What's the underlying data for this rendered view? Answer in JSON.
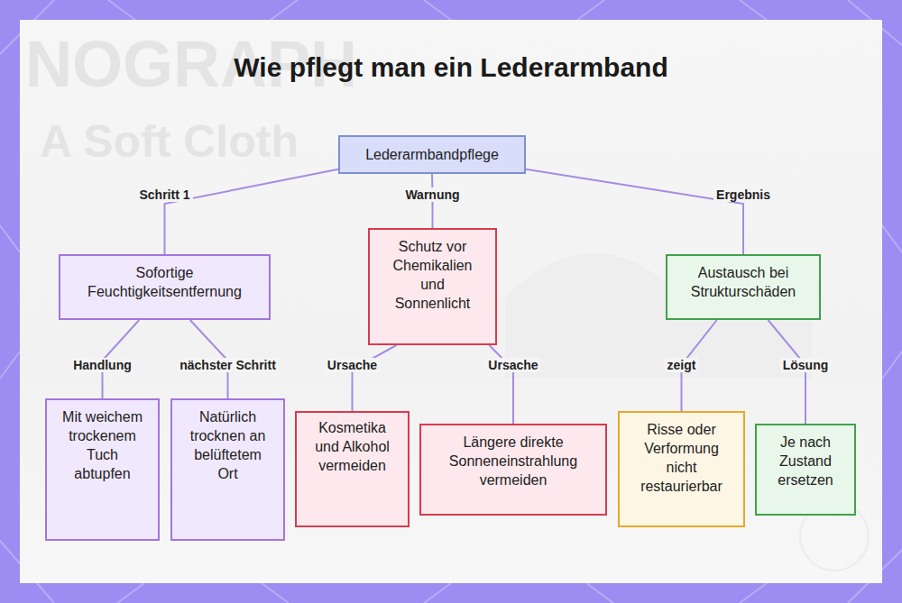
{
  "diagram": {
    "title": "Wie pflegt man ein Lederarmband",
    "nodes": [
      {
        "text": [
          "Lederarmbandpflege"
        ]
      },
      {
        "text": [
          "Sofortige Feuchtigkeitsentfernung"
        ]
      },
      {
        "text": [
          "Schutz vor Chemikalien und Sonnenlicht"
        ]
      },
      {
        "text": [
          "Austausch bei Strukturschäden"
        ]
      },
      {
        "text": [
          "Mit weichem trockenem Tuch abtupfen"
        ]
      },
      {
        "text": [
          "Natürlich trocknen an belüftetem Ort"
        ]
      },
      {
        "text": [
          "Kosmetika und Alkohol vermeiden"
        ]
      },
      {
        "text": [
          "Längere direkte Sonneneinstrahlung vermeiden"
        ]
      },
      {
        "text": [
          "Risse oder Verformung nicht restaurierbar"
        ]
      },
      {
        "text": [
          "Je nach Zustand ersetzen"
        ]
      }
    ],
    "edges": [
      {
        "from": 0,
        "to": 1,
        "label": "Schritt 1",
        "arrow": "none"
      },
      {
        "from": 0,
        "to": 2,
        "label": "Warnung",
        "arrow": "none"
      },
      {
        "from": 0,
        "to": 3,
        "label": "Ergebnis",
        "arrow": "none"
      },
      {
        "from": 1,
        "to": 4,
        "label": "Handlung",
        "arrow": "none"
      },
      {
        "from": 1,
        "to": 5,
        "label": "nächster Schritt",
        "arrow": "none"
      },
      {
        "from": 2,
        "to": 6,
        "label": "Ursache",
        "arrow": "none"
      },
      {
        "from": 2,
        "to": 7,
        "label": "Ursache",
        "arrow": "none"
      },
      {
        "from": 3,
        "to": 8,
        "label": "zeigt",
        "arrow": "none"
      },
      {
        "from": 3,
        "to": 9,
        "label": "Lösung",
        "arrow": "none"
      }
    ],
    "labels": [
      "NOGRAPH",
      "A Soft Cloth"
    ]
  }
}
